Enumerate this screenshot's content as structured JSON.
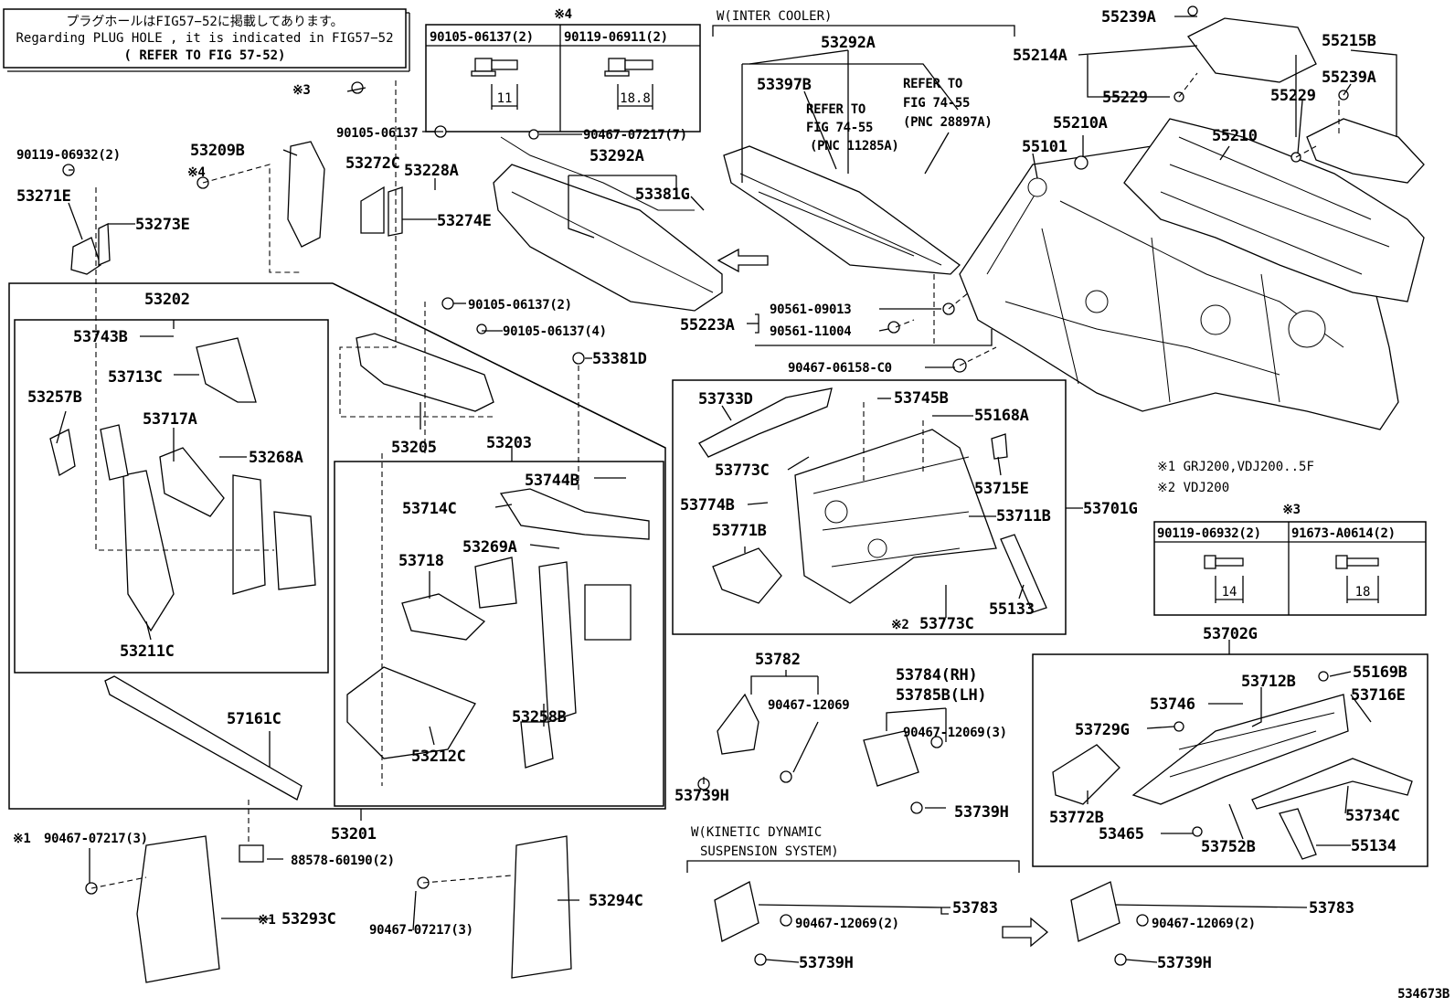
{
  "notice": {
    "line_jp": "プラグホールはFIG57−52に掲載してあります。",
    "line_en": "Regarding PLUG HOLE , it is indicated in FIG57−52",
    "ref": "( REFER TO FIG 57-52)"
  },
  "box4": {
    "mark": "※4",
    "left": "90105-06137(2)",
    "right": "90119-06911(2)",
    "dim_left": "11",
    "dim_right": "18.8"
  },
  "box3": {
    "mark": "※3",
    "left": "90119-06932(2)",
    "right": "91673-A0614(2)",
    "dim_left": "14",
    "dim_right": "18"
  },
  "footnotes": {
    "n1": "※1 GRJ200,VDJ200..5F",
    "n2": "※2 VDJ200"
  },
  "sections": {
    "intercooler": "W(INTER COOLER)",
    "kinetic_1": "W(KINETIC DYNAMIC",
    "kinetic_2": "SUSPENSION SYSTEM)"
  },
  "refer": {
    "a1": "REFER TO",
    "a2": "FIG 74-55",
    "a3": "(PNC 11285A)",
    "b1": "REFER TO",
    "b2": "FIG 74-55",
    "b3": "(PNC 28897A)"
  },
  "marks": {
    "m3": "※3",
    "m4a": "※4",
    "m4b": "※4",
    "m1a": "※1",
    "m1b": "※1",
    "m2": "※2"
  },
  "parts": {
    "p53292A_top": "53292A",
    "p53397B": "53397B",
    "p53292A_mid": "53292A",
    "p53381G": "53381G",
    "p90467_07217_7": "90467-07217(7)",
    "p90105_06137_top": "90105-06137",
    "p53228A": "53228A",
    "p53272C": "53272C",
    "p53274E": "53274E",
    "p53209B": "53209B",
    "p90119_06932_2": "90119-06932(2)",
    "p53271E": "53271E",
    "p53273E": "53273E",
    "p53202": "53202",
    "p53743B": "53743B",
    "p53713C": "53713C",
    "p53257B": "53257B",
    "p53717A": "53717A",
    "p53268A": "53268A",
    "p53211C": "53211C",
    "p90105_06137_2": "90105-06137(2)",
    "p90105_06137_4": "90105-06137(4)",
    "p53381D": "53381D",
    "p53205": "53205",
    "p53203": "53203",
    "p53744B": "53744B",
    "p53714C": "53714C",
    "p53269A": "53269A",
    "p53718": "53718",
    "p53258B": "53258B",
    "p53212C": "53212C",
    "p57161C": "57161C",
    "p53201": "53201",
    "p90467_07217_3a": "90467-07217(3)",
    "p53293C": "53293C",
    "p88578_60190_2": "88578-60190(2)",
    "p90467_07217_3b": "90467-07217(3)",
    "p53294C": "53294C",
    "p90561_09013": "90561-09013",
    "p90561_11004": "90561-11004",
    "p55223A": "55223A",
    "p90467_06158_C0": "90467-06158-C0",
    "p55239A_top": "55239A",
    "p55214A": "55214A",
    "p55229_left": "55229",
    "p55215B": "55215B",
    "p55239A_right": "55239A",
    "p55229_right": "55229",
    "p55210A": "55210A",
    "p55101": "55101",
    "p55210": "55210",
    "p53733D": "53733D",
    "p53745B": "53745B",
    "p55168A": "55168A",
    "p53773C_a": "53773C",
    "p53715E": "53715E",
    "p53774B": "53774B",
    "p53711B": "53711B",
    "p53701G": "53701G",
    "p53771B": "53771B",
    "p55133": "55133",
    "p53773C_b": "53773C",
    "p53782": "53782",
    "p90467_12069": "90467-12069",
    "p53739H_a": "53739H",
    "p53784": "53784(RH)",
    "p53785B": "53785B(LH)",
    "p90467_12069_3": "90467-12069(3)",
    "p53739H_b": "53739H",
    "p53702G": "53702G",
    "p55169B": "55169B",
    "p53712B": "53712B",
    "p53716E": "53716E",
    "p53746": "53746",
    "p53729G": "53729G",
    "p53772B": "53772B",
    "p53734C": "53734C",
    "p53465": "53465",
    "p53752B": "53752B",
    "p55134": "55134",
    "p53783_a": "53783",
    "p90467_12069_2a": "90467-12069(2)",
    "p53739H_c": "53739H",
    "p53783_b": "53783",
    "p90467_12069_2b": "90467-12069(2)",
    "p53739H_d": "53739H"
  },
  "figure_id": "534673B"
}
